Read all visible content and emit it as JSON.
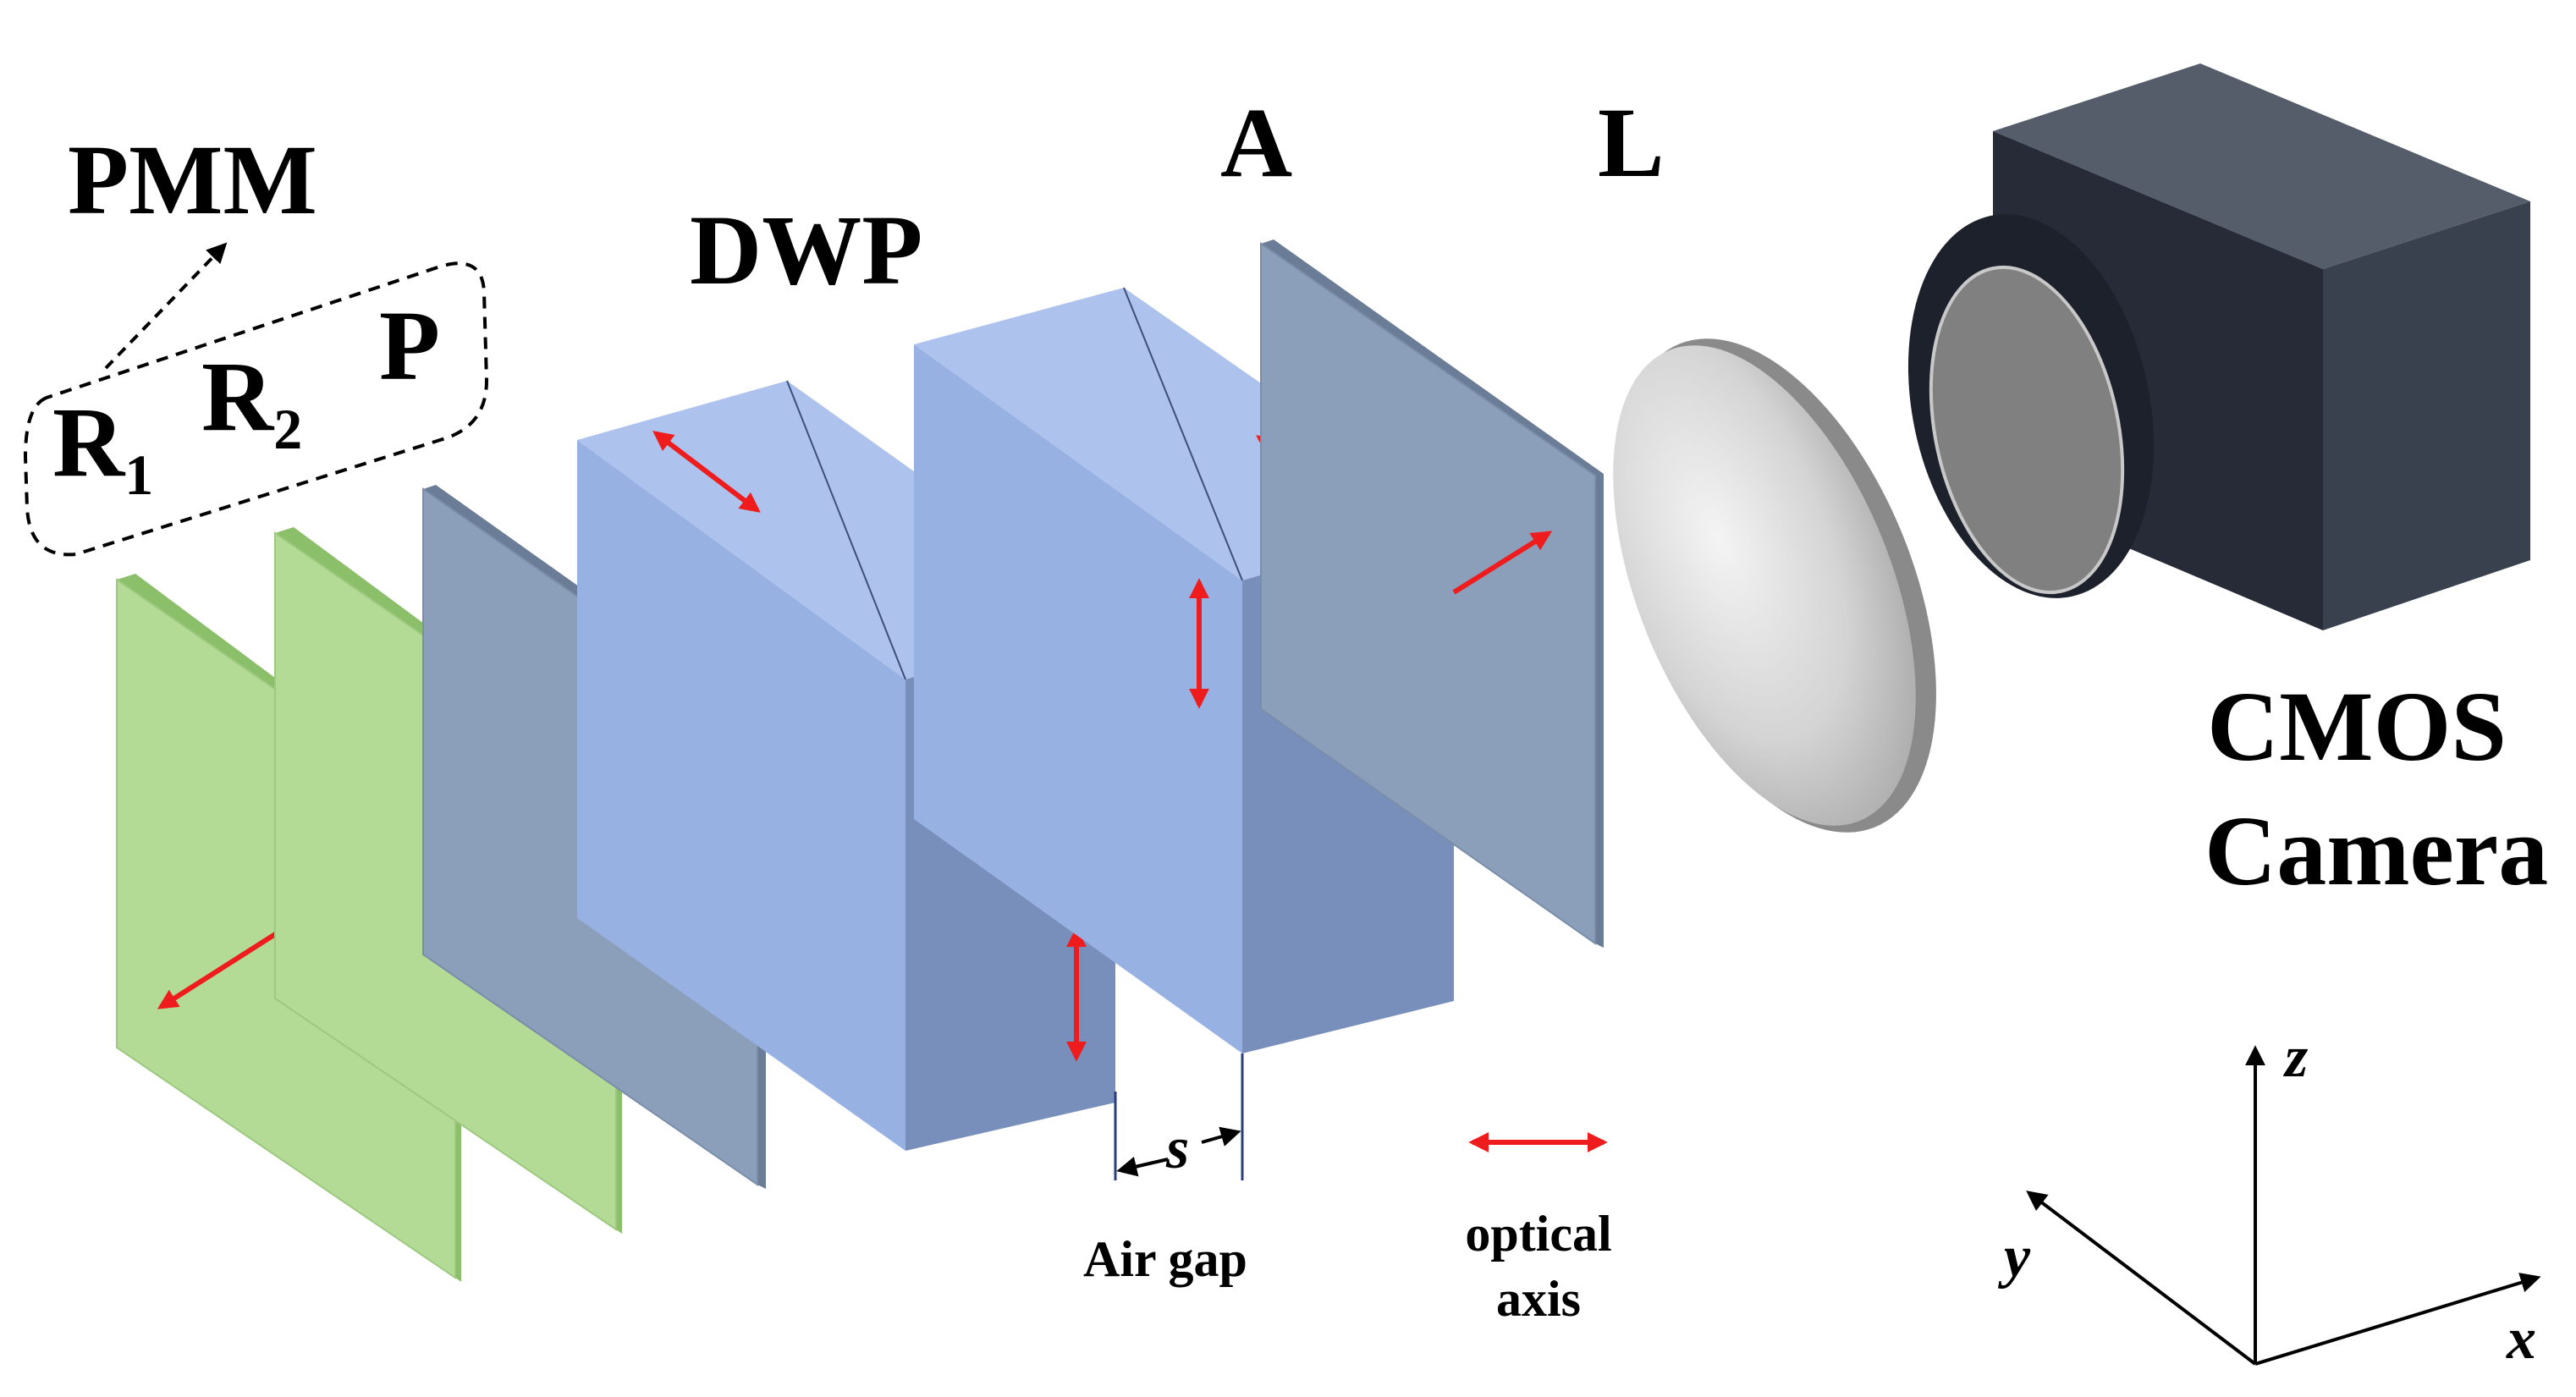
{
  "labels": {
    "pmm": "PMM",
    "r": "R",
    "sub1": "1",
    "sub2": "2",
    "p": "P",
    "dwp": "DWP",
    "a": "A",
    "l": "L",
    "cmos_line1": "CMOS",
    "cmos_line2": "Camera",
    "s": "s",
    "air_gap": "Air gap",
    "optical_line1": "optical",
    "optical_line2": "axis",
    "axis_x": "x",
    "axis_y": "y",
    "axis_z": "z"
  },
  "colors": {
    "retarder_face": "#b3db96",
    "retarder_edge": "#8cbf6a",
    "polarizer_face": "#8b9fbb",
    "polarizer_edge": "#6b7d96",
    "prism_top": "#adc2ec",
    "prism_front": "#97b1e3",
    "prism_side": "#788fbc",
    "lens": "#d4d4d4",
    "camera_top": "#565d6a",
    "camera_front": "#262b37",
    "camera_side": "#3a414e",
    "camera_glass": "#808080",
    "arrow": "#ee1c1c"
  }
}
